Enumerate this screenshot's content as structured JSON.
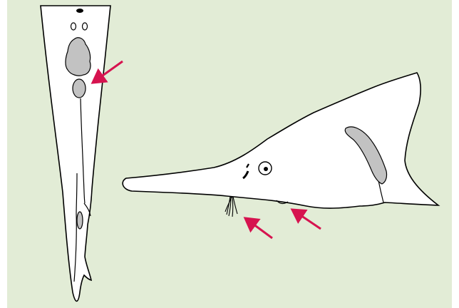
{
  "figure": {
    "background_color": "#e2ecd6",
    "outline_color": "#000000",
    "body_fill": "#ffffff",
    "organ_fill": "#c2c2c2",
    "arrow_color": "#d6134f"
  },
  "views": [
    {
      "name": "ventral-snout-view",
      "arrows": 1
    },
    {
      "name": "lateral-head-view",
      "arrows": 2
    }
  ]
}
